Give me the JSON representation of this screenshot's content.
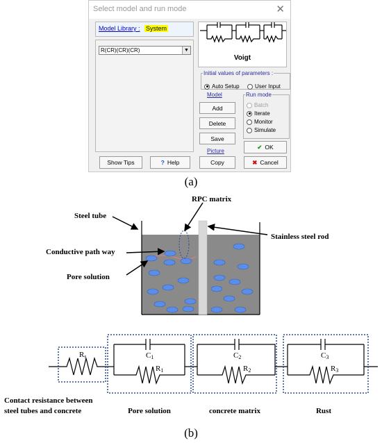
{
  "dialog": {
    "title": "Select model and run mode",
    "close_glyph": "✕",
    "library_label": "Model Library :",
    "library_value": "System",
    "model_code": "R(CR)(CR)(CR)",
    "circuit_name": "Voigt",
    "init_group": {
      "legend": "Initial values of parameters :",
      "auto": "Auto Setup",
      "user": "User Input",
      "selected": "auto"
    },
    "model_label": "Model",
    "buttons": {
      "add": "Add",
      "delete": "Delete",
      "save": "Save",
      "copy": "Copy",
      "ok": "OK",
      "cancel": "Cancel",
      "show_tips": "Show Tips",
      "help": "Help"
    },
    "picture_label": "Picture",
    "run_mode": {
      "legend": "Run mode",
      "batch": "Batch",
      "iterate": "Iterate",
      "monitor": "Monitor",
      "simulate": "Simulate",
      "selected": "iterate",
      "disabled": [
        "batch"
      ]
    },
    "icons": {
      "help": "question-icon",
      "ok": "check-icon",
      "cancel": "x-icon"
    },
    "colors": {
      "ok_check": "#1a9a1a",
      "cancel_x": "#d01010",
      "help_q": "#1a4fd0",
      "highlight": "#ffff00"
    }
  },
  "caption_a": "(a)",
  "caption_b": "(b)",
  "schematic": {
    "labels": {
      "steel_tube": "Steel tube",
      "rpc": "RPC matrix",
      "stainless": "Stainless steel rod",
      "conductive": "Conductive path way",
      "pore": "Pore solution"
    },
    "colors": {
      "matrix": "#8a8a8a",
      "pores": "#5b8ee8",
      "rod": "#d6d6d6",
      "path": "#d88080"
    }
  },
  "circuit": {
    "rs": "R",
    "rs_sub": "s",
    "units": [
      {
        "c": "C",
        "c_sub": "1",
        "r": "R",
        "r_sub": "1",
        "label": "Pore solution"
      },
      {
        "c": "C",
        "c_sub": "2",
        "r": "R",
        "r_sub": "2",
        "label": "concrete matrix"
      },
      {
        "c": "C",
        "c_sub": "3",
        "r": "R",
        "r_sub": "3",
        "label": "Rust"
      }
    ],
    "rs_label_1": "Contact resistance between",
    "rs_label_2": "steel tubes and concrete",
    "box_color": "#2a4a8a"
  }
}
